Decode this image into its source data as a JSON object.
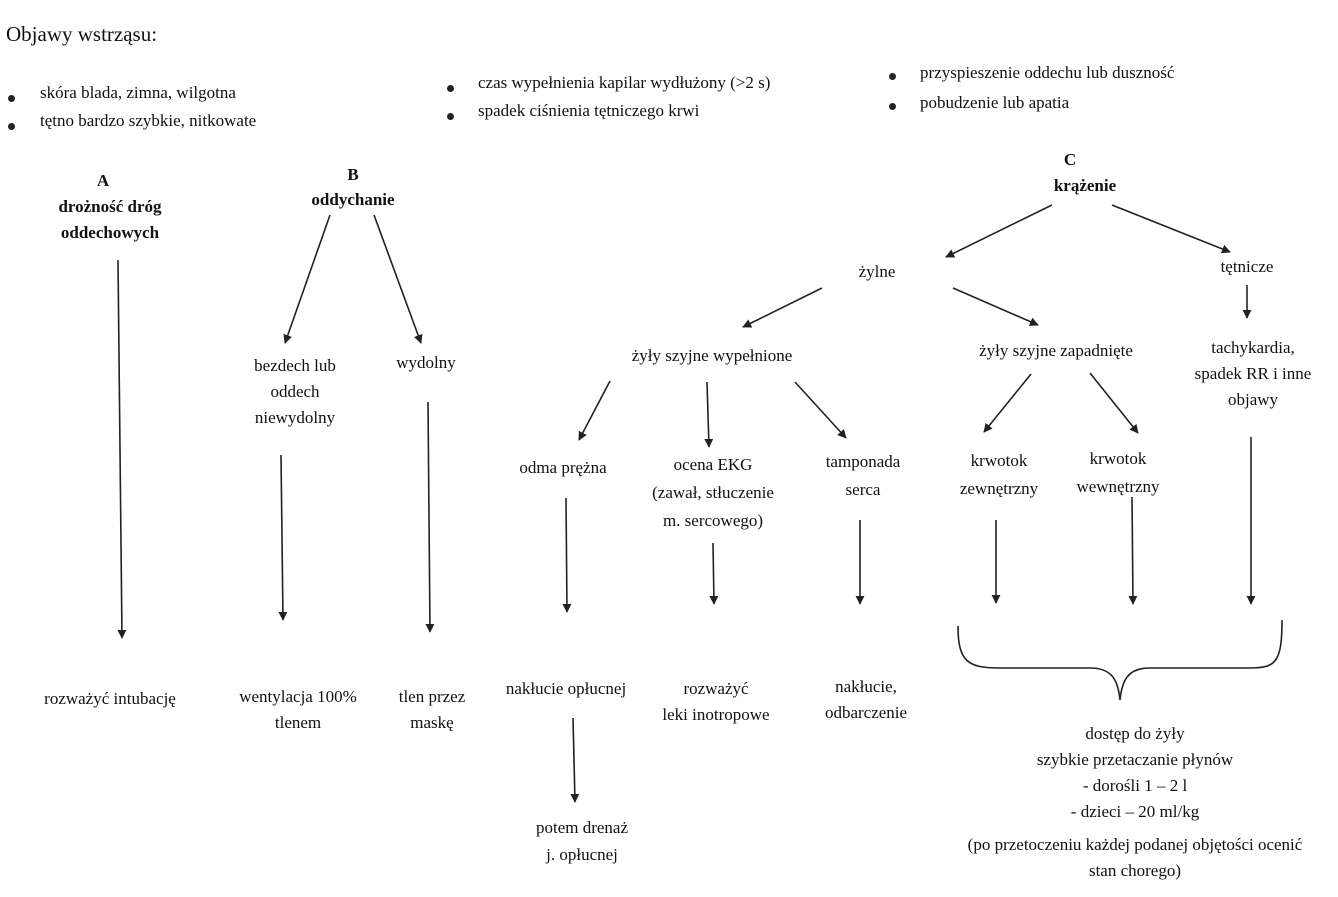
{
  "title": "Objawy wstrząsu:",
  "symptoms": [
    "skóra blada, zimna, wilgotna",
    "tętno bardzo szybkie, nitkowate",
    "czas wypełnienia kapilar wydłużony (>2 s)",
    "spadek ciśnienia tętniczego krwi",
    "przyspieszenie oddechu lub duszność",
    "pobudzenie lub apatia"
  ],
  "A": {
    "letter": "A",
    "heading": [
      "drożność dróg",
      "oddechowych"
    ],
    "action": "rozważyć intubację"
  },
  "B": {
    "letter": "B",
    "heading": "oddychanie",
    "left": {
      "label": [
        "bezdech lub",
        "oddech",
        "niewydolny"
      ],
      "action": [
        "wentylacja 100%",
        "tlenem"
      ]
    },
    "right": {
      "label": "wydolny",
      "action": [
        "tlen przez",
        "maskę"
      ]
    }
  },
  "C": {
    "letter": "C",
    "heading": "krążenie",
    "venous": {
      "label": "żylne",
      "filled": {
        "label": "żyły szyjne wypełnione",
        "items": [
          {
            "label": [
              "odma prężna"
            ],
            "action": [
              "nakłucie opłucnej"
            ],
            "next": [
              "potem drenaż",
              "j. opłucnej"
            ]
          },
          {
            "label": [
              "ocena EKG",
              "(zawał, stłuczenie",
              "m. sercowego)"
            ],
            "action": [
              "rozważyć",
              "leki inotropowe"
            ]
          },
          {
            "label": [
              "tamponada",
              "serca"
            ],
            "action": [
              "nakłucie,",
              "odbarczenie"
            ]
          }
        ]
      },
      "collapsed": {
        "label": "żyły szyjne zapadnięte",
        "items": [
          [
            "krwotok",
            "zewnętrzny"
          ],
          [
            "krwotok",
            "wewnętrzny"
          ]
        ]
      }
    },
    "arterial": {
      "label": "tętnicze",
      "result": [
        "tachykardia,",
        "spadek RR i inne",
        "objawy"
      ]
    },
    "treatment": [
      "dostęp do żyły",
      "szybkie przetaczanie płynów",
      "- dorośli 1 – 2 l",
      "- dzieci – 20 ml/kg",
      "(po przetoczeniu każdej podanej objętości ocenić",
      "stan chorego)"
    ]
  }
}
